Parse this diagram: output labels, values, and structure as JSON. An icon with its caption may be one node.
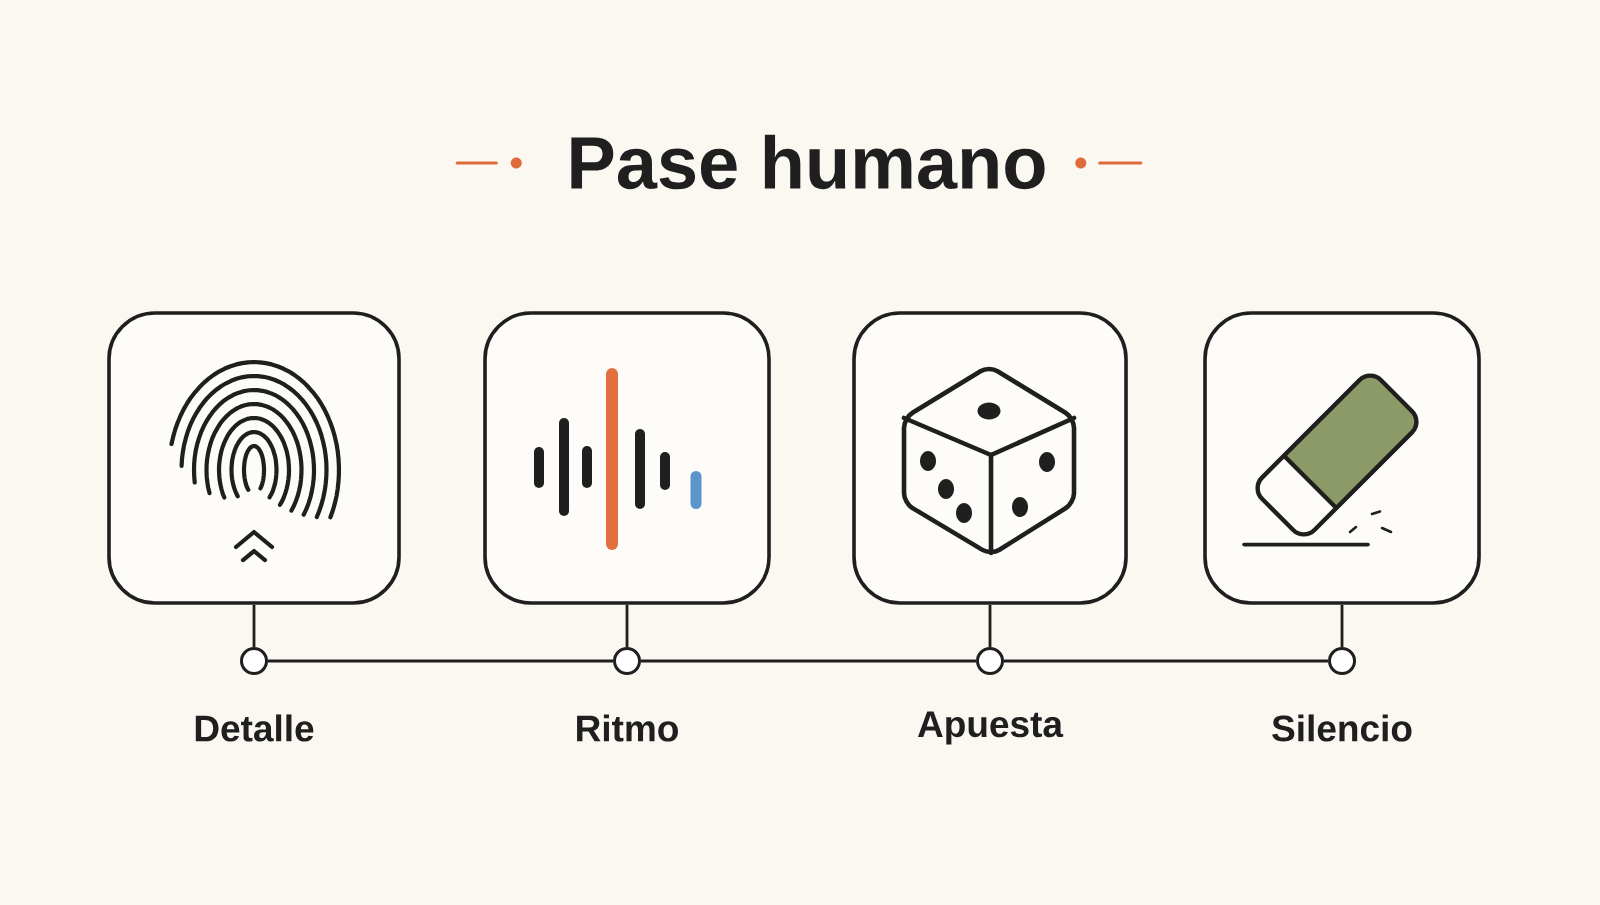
{
  "diagram": {
    "title": "Pase humano",
    "nodes": [
      {
        "text": [],
        "shape": "picture"
      },
      {
        "text": [],
        "shape": "picture"
      },
      {
        "text": [],
        "shape": "picture"
      },
      {
        "text": [],
        "shape": "picture"
      },
      {
        "text": [],
        "shape": "circle",
        "beside": [
          "Detalle"
        ]
      },
      {
        "text": [],
        "shape": "circle",
        "beside": [
          "Ritmo"
        ]
      },
      {
        "text": [],
        "shape": "circle",
        "beside": [
          "Apuesta"
        ]
      },
      {
        "text": [],
        "shape": "circle",
        "beside": [
          "Silencio"
        ]
      }
    ],
    "edges": [
      {
        "from": 0,
        "to": 4,
        "arrow": "none"
      },
      {
        "from": 1,
        "to": 5,
        "arrow": "none"
      },
      {
        "from": 2,
        "to": 6,
        "arrow": "none"
      },
      {
        "from": 3,
        "to": 7,
        "arrow": "none"
      },
      {
        "from": 4,
        "to": 5,
        "arrow": "none"
      },
      {
        "from": 5,
        "to": 6,
        "arrow": "none"
      },
      {
        "from": 6,
        "to": 7,
        "arrow": "none"
      }
    ]
  }
}
